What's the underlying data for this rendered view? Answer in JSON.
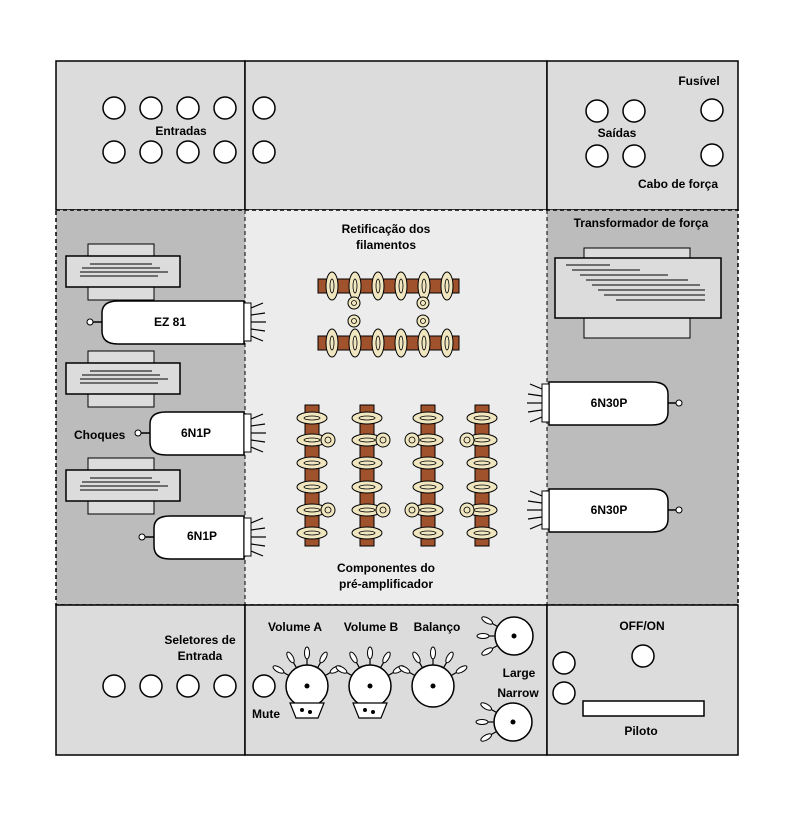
{
  "colors": {
    "panel": "#dcdcdc",
    "center": "#ececec",
    "side_dark": "#bcbcbc",
    "border": "#000000",
    "tube": "#ffffff",
    "strip": "#a0522d",
    "component": "#f0e6c0"
  },
  "top": {
    "inputs_label": "Entradas",
    "outputs_label": "Saídas",
    "fuse_label": "Fusível",
    "power_cable_label": "Cabo de força"
  },
  "middle": {
    "rectifier_label_1": "Retificação dos",
    "rectifier_label_2": "filamentos",
    "transformer_label": "Transformador de força",
    "chokes_label": "Choques",
    "preamp_label_1": "Componentes do",
    "preamp_label_2": "pré-amplificador",
    "tubes": {
      "rectifier": "EZ 81",
      "pre1": "6N1P",
      "pre2": "6N1P",
      "out1": "6N30P",
      "out2": "6N30P"
    }
  },
  "bottom": {
    "selectors_label_1": "Seletores de",
    "selectors_label_2": "Entrada",
    "mute_label": "Mute",
    "volume_a_label": "Volume A",
    "volume_b_label": "Volume B",
    "balance_label": "Balanço",
    "large_label": "Large",
    "narrow_label": "Narrow",
    "power_switch_label": "OFF/ON",
    "pilot_label": "Piloto"
  }
}
